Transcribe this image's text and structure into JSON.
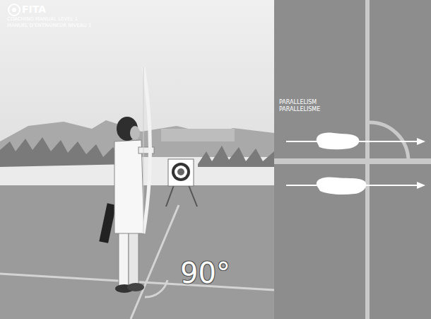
{
  "diagram": {
    "labels": [
      "FITA",
      "COACHING MANUAL LEVEL 1",
      "MANUEL D'ENTRAINEUR NIVEAU 1",
      "PARALLELISM",
      "PARALLELISME",
      "90°"
    ]
  }
}
